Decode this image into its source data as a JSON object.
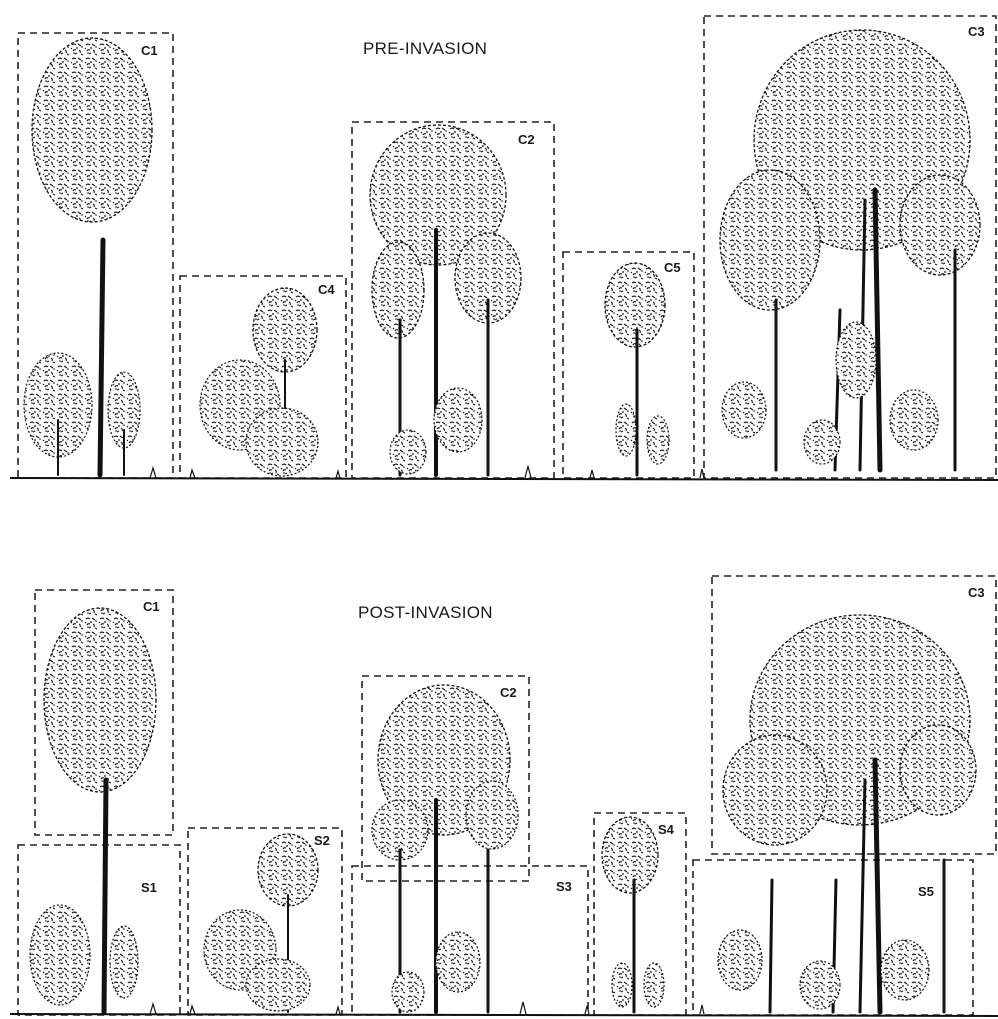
{
  "panels": {
    "pre": {
      "title": "PRE-INVASION",
      "labels": {
        "c1": "C1",
        "c2": "C2",
        "c3": "C3",
        "c4": "C4",
        "c5": "C5"
      }
    },
    "post": {
      "title": "POST-INVASION",
      "labels": {
        "c1": "C1",
        "c2": "C2",
        "c3": "C3",
        "s1": "S1",
        "s2": "S2",
        "s3": "S3",
        "s4": "S4",
        "s5": "S5"
      }
    }
  }
}
